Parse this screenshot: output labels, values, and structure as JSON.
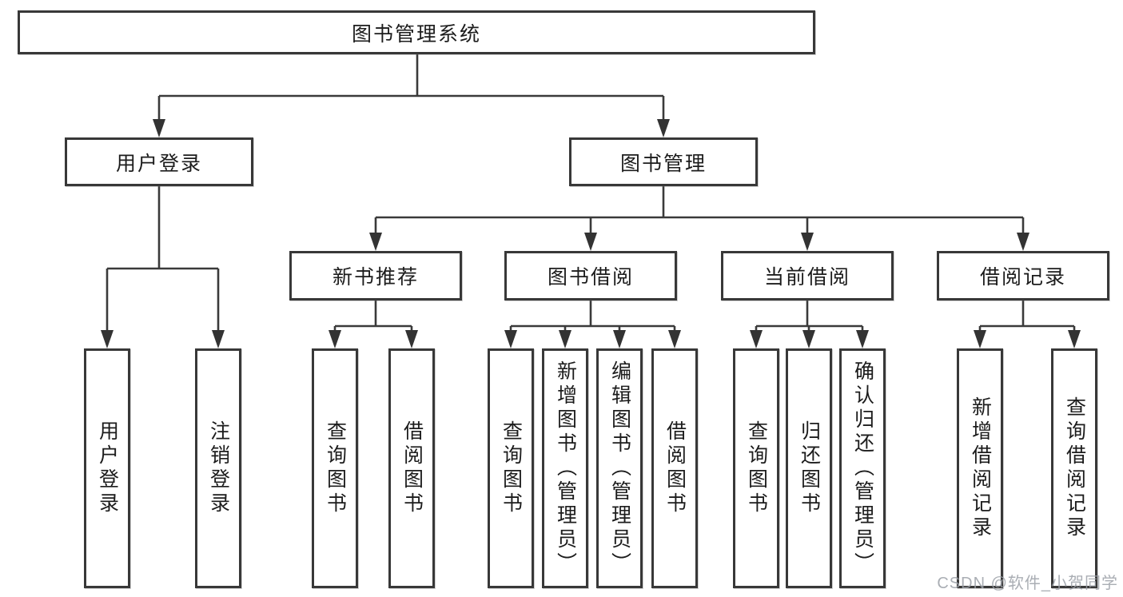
{
  "tree": {
    "root": {
      "label": "图书管理系统"
    },
    "branches": [
      {
        "label": "用户登录",
        "children": [
          "用户登录",
          "注销登录"
        ]
      },
      {
        "label": "图书管理",
        "groups": [
          {
            "label": "新书推荐",
            "children": [
              "查询图书",
              "借阅图书"
            ]
          },
          {
            "label": "图书借阅",
            "children": [
              "查询图书",
              "新增图书（管理员）",
              "编辑图书（管理员）",
              "借阅图书"
            ]
          },
          {
            "label": "当前借阅",
            "children": [
              "查询图书",
              "归还图书",
              "确认归还（管理员）"
            ]
          },
          {
            "label": "借阅记录",
            "children": [
              "新增借阅记录",
              "查询借阅记录"
            ]
          }
        ]
      }
    ]
  },
  "watermark": {
    "text": "CSDN @软件_小贺同学"
  },
  "colors": {
    "line": "#3a3a3a",
    "box_border": "#383838",
    "text": "#1c1c1c",
    "background": "#ffffff",
    "watermark": "#9ba0a7"
  }
}
